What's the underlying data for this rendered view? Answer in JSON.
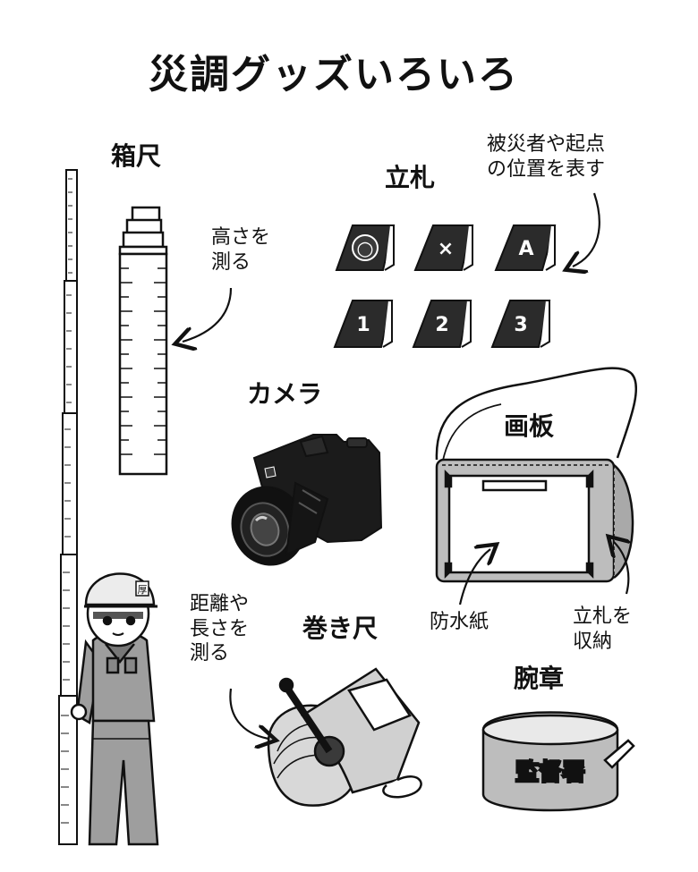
{
  "title": "災調グッズいろいろ",
  "items": {
    "hakojaku": {
      "label": "箱尺",
      "note": "高さを\n測る"
    },
    "tatefuda": {
      "label": "立札",
      "note": "被災者や起点\nの位置を表す",
      "tags": [
        "○",
        "×",
        "A",
        "1",
        "2",
        "3"
      ]
    },
    "camera": {
      "label": "カメラ"
    },
    "gaban": {
      "label": "画板",
      "note_paper": "防水紙",
      "note_store": "立札を\n収納"
    },
    "makijaku": {
      "label": "巻き尺",
      "note": "距離や\n長さを\n測る"
    },
    "wanshou": {
      "label": "腕章",
      "text": "監督署"
    },
    "helmet_mark": "厚"
  },
  "colors": {
    "ink": "#111111",
    "tag": "#2b2b2b",
    "gray": "#b5b5b5",
    "light": "#dcdcdc"
  }
}
